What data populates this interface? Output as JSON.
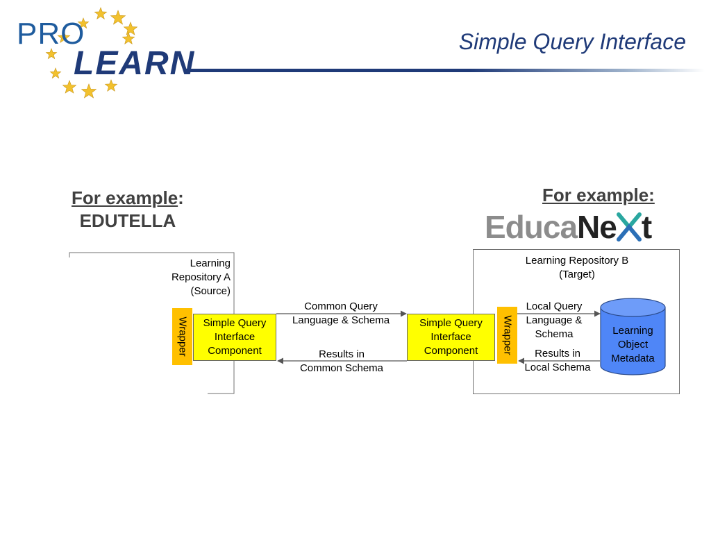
{
  "header": {
    "logo_pro": "PRO",
    "logo_learn": "LEARN",
    "title": "Simple Query Interface",
    "brand_color": "#1f3a78",
    "star_color": "#f2c12e"
  },
  "left_example": {
    "heading": "For example",
    "colon": ":",
    "name": "EDUTELLA"
  },
  "right_example": {
    "heading": "For example:",
    "logo_part1": "Educa",
    "logo_part2": "Ne",
    "logo_part3": "t"
  },
  "repository_a": {
    "label_line1": "Learning",
    "label_line2": "Repository A",
    "label_line3": "(Source)"
  },
  "repository_b": {
    "label_line1": "Learning Repository B",
    "label_line2": "(Target)"
  },
  "components": {
    "wrapper_label": "Wrapper",
    "sqic_line1": "Simple Query",
    "sqic_line2": "Interface",
    "sqic_line3": "Component",
    "wrapper_color": "#ffc000",
    "sqic_color": "#ffff00"
  },
  "database": {
    "line1": "Learning",
    "line2": "Object",
    "line3": "Metadata",
    "color": "#4f86f7"
  },
  "edges": {
    "common_query_line1": "Common Query",
    "common_query_line2": "Language & Schema",
    "results_common_line1": "Results in",
    "results_common_line2": "Common Schema",
    "local_query_line1": "Local Query",
    "local_query_line2": "Language &",
    "local_query_line3": "Schema",
    "results_local_line1": "Results in",
    "results_local_line2": "Local Schema"
  }
}
